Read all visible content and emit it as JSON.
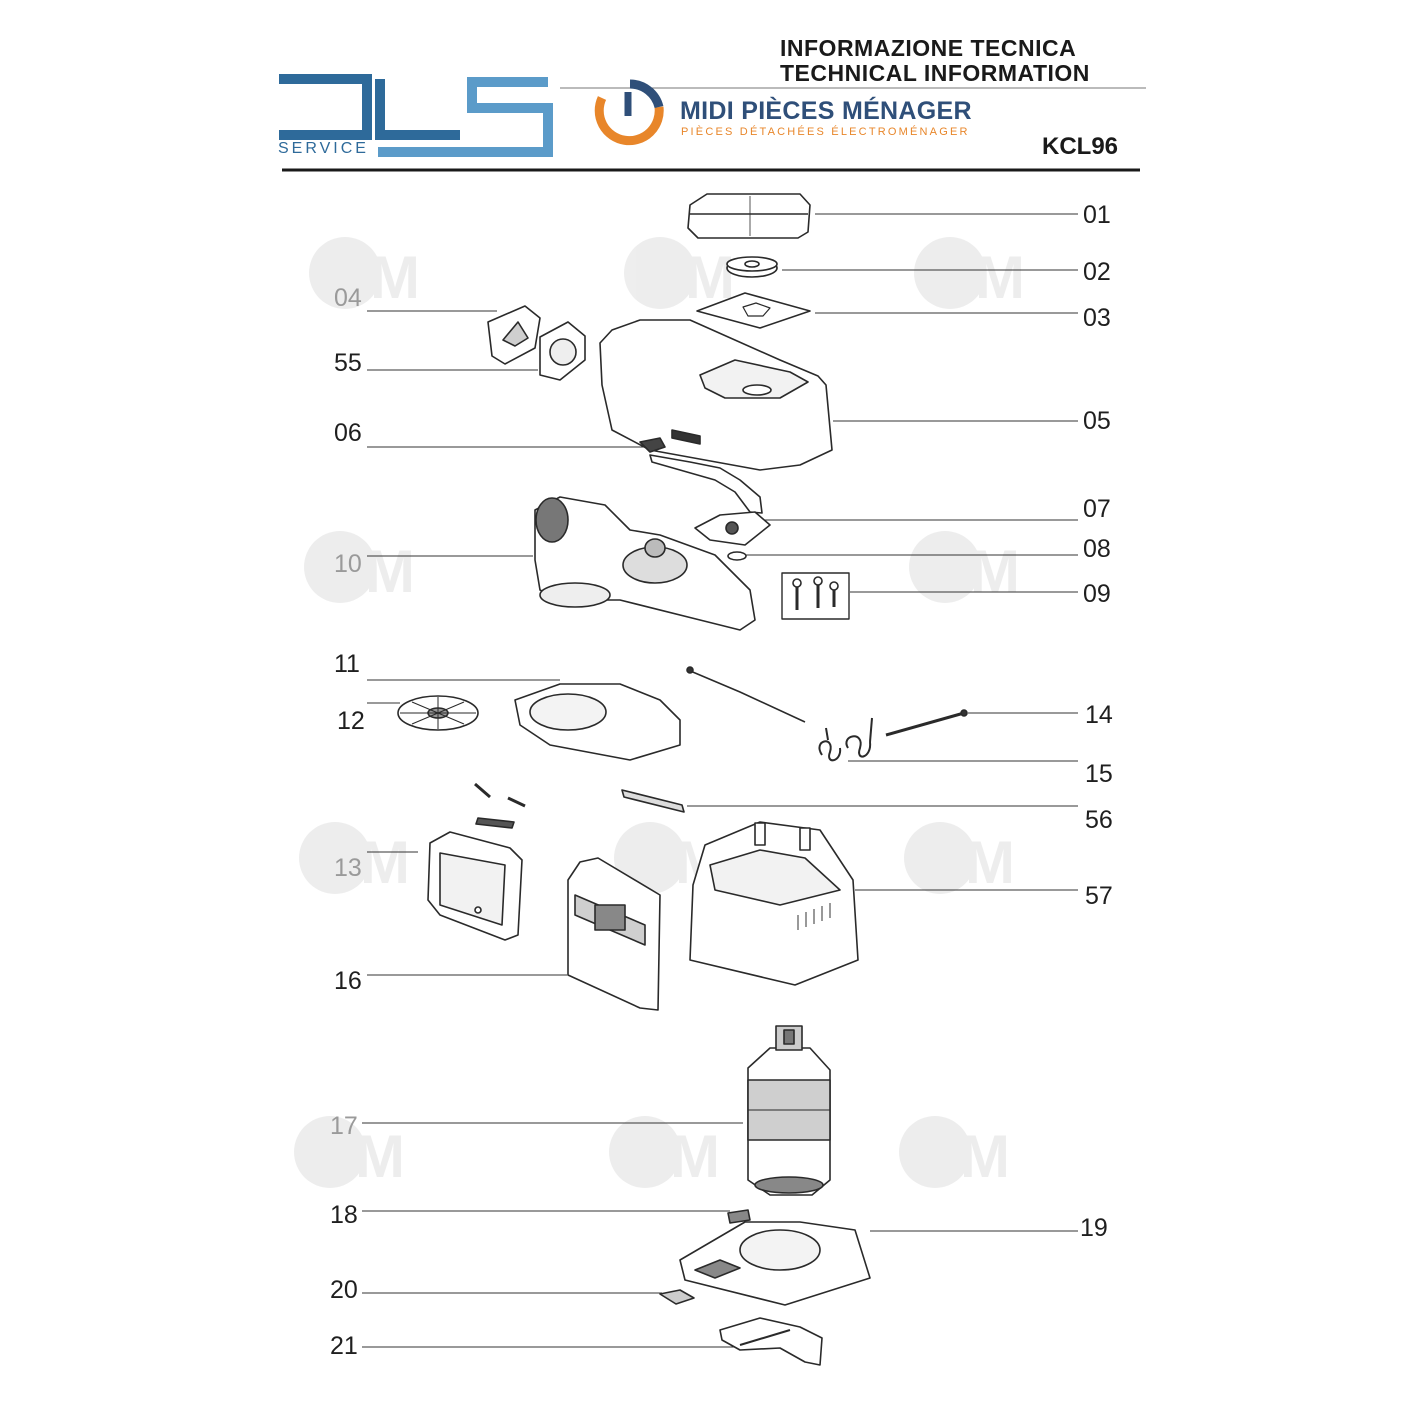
{
  "header": {
    "title_it": "INFORMAZIONE TECNICA",
    "title_en": "TECHNICAL INFORMATION",
    "model": "KCL96"
  },
  "logos": {
    "dls_subtitle": "SERVICE",
    "mpm_name": "MIDI PIÈCES MÉNAGER",
    "mpm_tagline": "PIÈCES DÉTACHÉES ÉLECTROMÉNAGER"
  },
  "watermark_text": "MPM",
  "colors": {
    "dls_blue": "#2e6a9a",
    "dls_light_blue": "#5b9bc9",
    "mpm_navy": "#2f4f79",
    "mpm_orange": "#e8862a",
    "line_dark": "#1a1a1a"
  },
  "parts": {
    "p01": "01",
    "p02": "02",
    "p03": "03",
    "p04": "04",
    "p05": "05",
    "p06": "06",
    "p07": "07",
    "p08": "08",
    "p09": "09",
    "p10": "10",
    "p11": "11",
    "p12": "12",
    "p13": "13",
    "p14": "14",
    "p15": "15",
    "p16": "16",
    "p17": "17",
    "p18": "18",
    "p19": "19",
    "p20": "20",
    "p21": "21",
    "p55": "55",
    "p56": "56",
    "p57": "57"
  }
}
